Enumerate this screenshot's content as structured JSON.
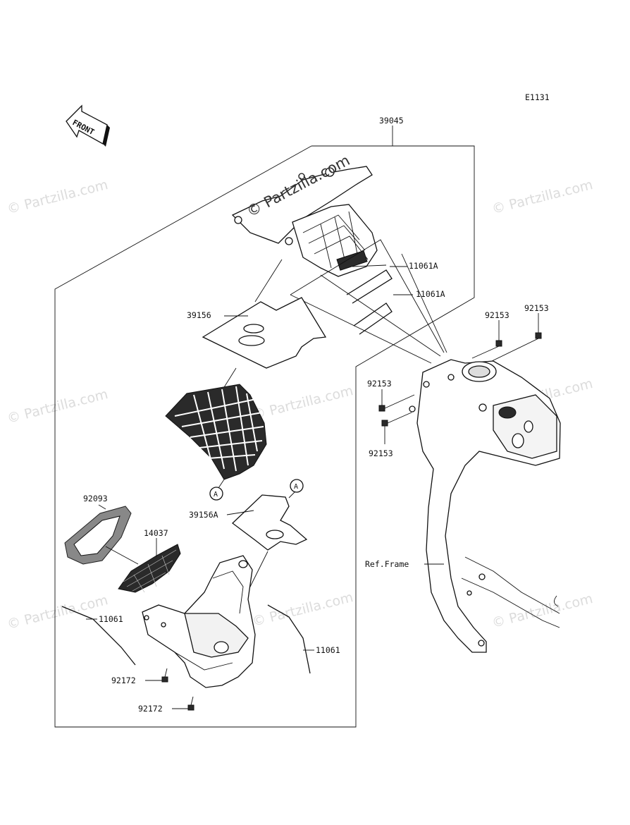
{
  "diagram_code": "E1131",
  "front_label": "FRONT",
  "callouts": {
    "p39045": "39045",
    "p11061A_1": "11061A",
    "p11061A_2": "11061A",
    "p39156": "39156",
    "p92153_a": "92153",
    "p92153_b": "92153",
    "p92153_c": "92153",
    "p92153_d": "92153",
    "p92093": "92093",
    "p14037": "14037",
    "p39156A": "39156A",
    "p11061_left": "11061",
    "p11061_right": "11061",
    "p92172_1": "92172",
    "p92172_2": "92172",
    "ref_frame": "Ref.Frame",
    "ref_A1": "A",
    "ref_A2": "A"
  },
  "watermarks": {
    "text": "© Partzilla.com",
    "center": "© Partzilla.com"
  },
  "colors": {
    "line": "#111111",
    "watermark": "#dcdcdc",
    "background": "#ffffff"
  }
}
